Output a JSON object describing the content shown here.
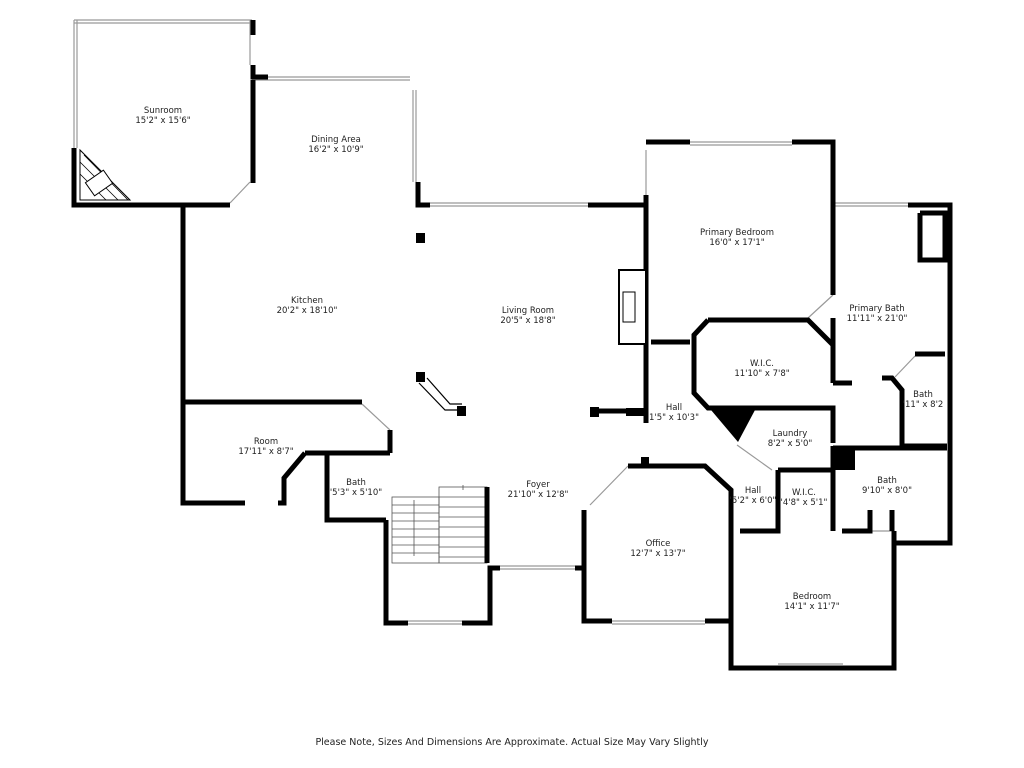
{
  "rooms": {
    "sunroom": {
      "name": "Sunroom",
      "dims": "15'2\" x 15'6\""
    },
    "dining": {
      "name": "Dining Area",
      "dims": "16'2\" x 10'9\""
    },
    "kitchen": {
      "name": "Kitchen",
      "dims": "20'2\" x 18'10\""
    },
    "living": {
      "name": "Living Room",
      "dims": "20'5\" x 18'8\""
    },
    "primary_bedroom": {
      "name": "Primary Bedroom",
      "dims": "16'0\" x 17'1\""
    },
    "primary_bath": {
      "name": "Primary Bath",
      "dims": "11'11\" x 21'0\""
    },
    "wic1": {
      "name": "W.I.C.",
      "dims": "11'10\" x 7'8\""
    },
    "bath_small": {
      "name": "Bath",
      "dims": "'11\" x 8'2"
    },
    "hall1": {
      "name": "Hall",
      "dims": "1'5\" x 10'3\""
    },
    "laundry": {
      "name": "Laundry",
      "dims": "8'2\" x 5'0\""
    },
    "room": {
      "name": "Room",
      "dims": "17'11\" x 8'7\""
    },
    "bath_left": {
      "name": "Bath",
      "dims": "'5'3\" x 5'10\""
    },
    "foyer": {
      "name": "Foyer",
      "dims": "21'10\" x 12'8\""
    },
    "hall2": {
      "name": "Hall",
      "dims": "'5'2\" x 6'0\""
    },
    "wic2": {
      "name": "W.I.C.",
      "dims": "'4'8\" x 5'1\""
    },
    "bath_right": {
      "name": "Bath",
      "dims": "9'10\" x 8'0\""
    },
    "office": {
      "name": "Office",
      "dims": "12'7\" x 13'7\""
    },
    "bedroom": {
      "name": "Bedroom",
      "dims": "14'1\" x 11'7\""
    }
  },
  "footer_note": "Please Note, Sizes And Dimensions Are Approximate. Actual Size May Vary Slightly"
}
